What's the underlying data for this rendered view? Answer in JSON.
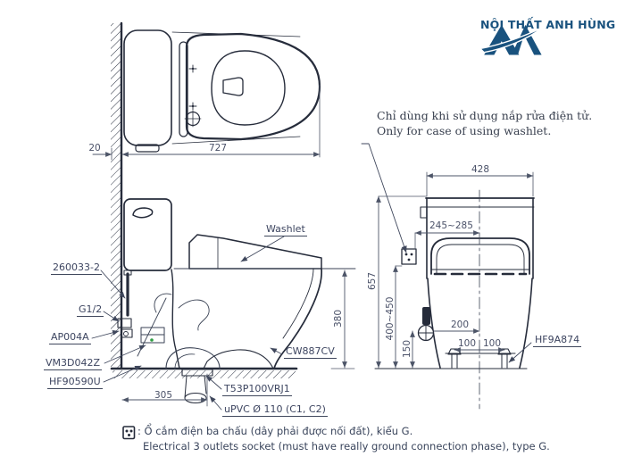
{
  "brand": {
    "name": "NỘI THẤT ANH HÙNG"
  },
  "note": {
    "vi": "Chỉ dùng khi sử dụng nắp rửa điện tử.",
    "en": "Only for case of using washlet."
  },
  "plan_view": {
    "dims": {
      "wall_thickness": "20",
      "total_length": "727"
    }
  },
  "side_view": {
    "labels": {
      "supply_hose": "260033-2",
      "thread": "G1/2",
      "stop_valve": "AP004A",
      "fill_valve": "VM3D042Z",
      "gasket": "HF90590U",
      "washlet": "Washlet",
      "model": "CW887CV",
      "flange": "T53P100VRJ1",
      "drain_pipe": "uPVC Ø 110 (C1, C2)"
    },
    "dims": {
      "rough_in": "305",
      "seat_height": "380"
    }
  },
  "front_view": {
    "labels": {
      "bolt_cap": "HF9A874"
    },
    "dims": {
      "width": "428",
      "supply_offset": "245~285",
      "total_height": "657",
      "socket_height": "400~450",
      "valve_height": "150",
      "valve_offset": "200",
      "bolt_left": "100",
      "bolt_right": "100"
    }
  },
  "footer": {
    "vi": ": Ổ cắm điện ba chấu (dây phải được nối đất), kiểu G.",
    "en": "Electrical 3 outlets socket (must have really ground connection phase), type G."
  },
  "colors": {
    "line": "#262c3b",
    "dim": "#4d5568",
    "brand_blue": "#19527e",
    "marker_green": "#2f9e44"
  }
}
